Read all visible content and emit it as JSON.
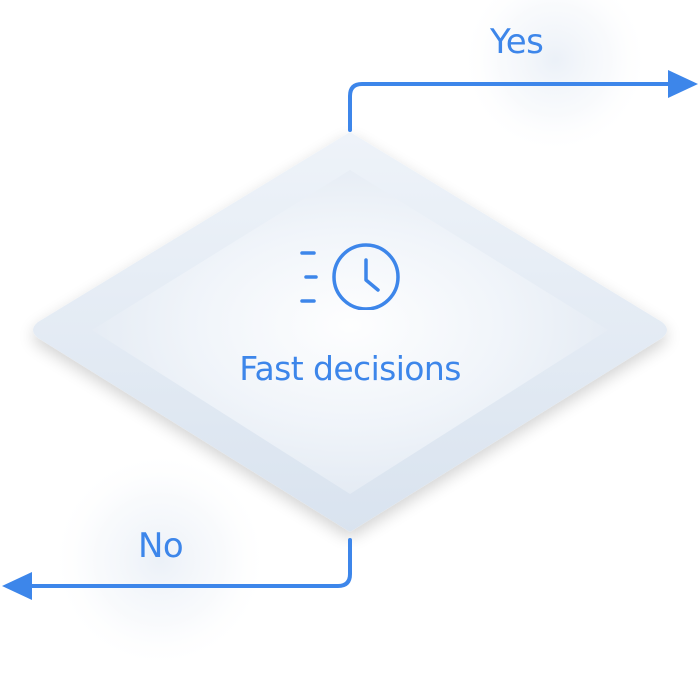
{
  "decision": {
    "label": "Fast decisions",
    "icon": "fast-clock-icon"
  },
  "branches": {
    "yes_label": "Yes",
    "no_label": "No"
  },
  "colors": {
    "accent": "#3d86ea",
    "diamond_fill": "#edf2f8",
    "diamond_edge": "#dde6f1"
  }
}
